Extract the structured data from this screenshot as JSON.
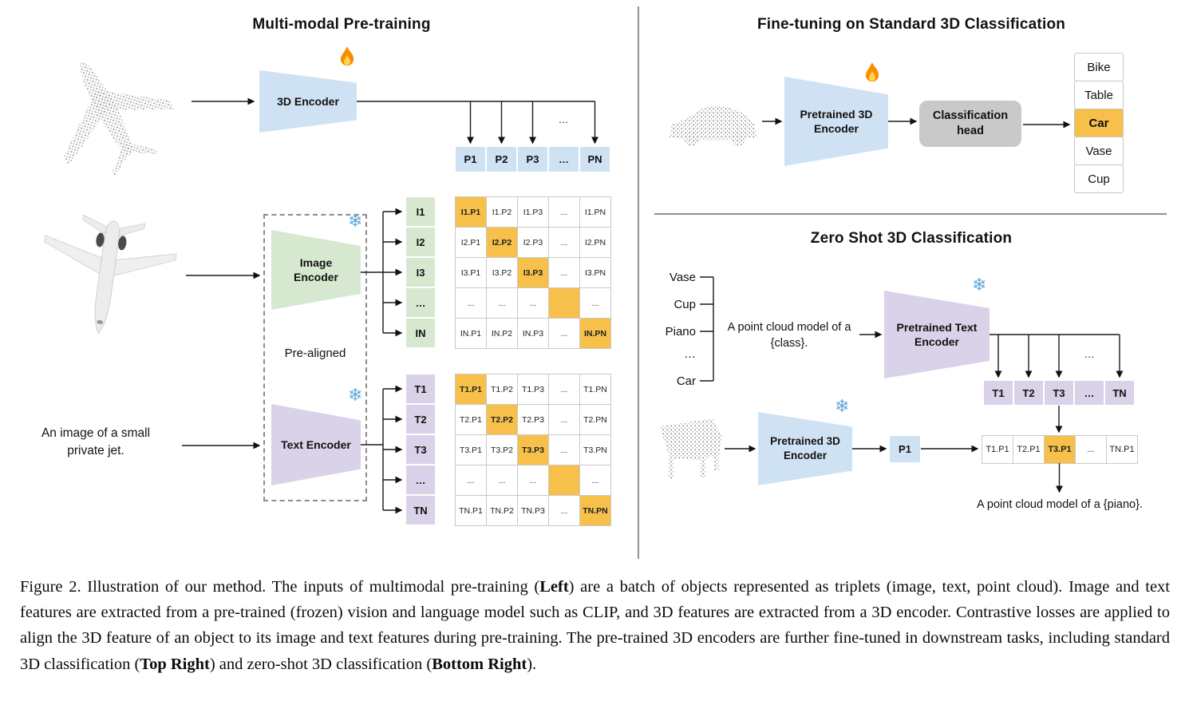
{
  "misc": {
    "ellipsis": "…"
  },
  "icons": {
    "fire": "🔥",
    "snowflake": "❄"
  },
  "colors": {
    "encoder_blue": "#CFE2F3",
    "encoder_green": "#D7E8D1",
    "encoder_purple": "#D9D2E9",
    "highlight_orange": "#F7C04A",
    "classification_head_gray": "#C9C9C9"
  },
  "left_panel": {
    "title": "Multi-modal Pre-training",
    "encoder_3d_label": "3D Encoder",
    "image_encoder_label": "Image Encoder",
    "text_encoder_label": "Text Encoder",
    "pre_aligned": "Pre-aligned",
    "input_text": "An image of a small private jet.",
    "p_row": [
      "P1",
      "P2",
      "P3",
      "…",
      "PN"
    ],
    "i_col": [
      "I1",
      "I2",
      "I3",
      "…",
      "IN"
    ],
    "t_col": [
      "T1",
      "T2",
      "T3",
      "…",
      "TN"
    ],
    "image_matrix": {
      "rows": [
        [
          "I1.P1",
          "I1.P2",
          "I1.P3",
          "...",
          "I1.PN"
        ],
        [
          "I2.P1",
          "I2.P2",
          "I2.P3",
          "...",
          "I2.PN"
        ],
        [
          "I3.P1",
          "I3.P2",
          "I3.P3",
          "...",
          "I3.PN"
        ],
        [
          "...",
          "...",
          "...",
          "",
          "..."
        ],
        [
          "IN.P1",
          "IN.P2",
          "IN.P3",
          "...",
          "IN.PN"
        ]
      ]
    },
    "text_matrix": {
      "rows": [
        [
          "T1.P1",
          "T1.P2",
          "T1.P3",
          "...",
          "T1.PN"
        ],
        [
          "T2.P1",
          "T2.P2",
          "T2.P3",
          "...",
          "T2.PN"
        ],
        [
          "T3.P1",
          "T3.P2",
          "T3.P3",
          "...",
          "T3.PN"
        ],
        [
          "...",
          "...",
          "...",
          "",
          "..."
        ],
        [
          "TN.P1",
          "TN.P2",
          "TN.P3",
          "...",
          "TN.PN"
        ]
      ]
    }
  },
  "top_right": {
    "title": "Fine-tuning on Standard 3D Classification",
    "encoder_label": "Pretrained 3D Encoder",
    "head_label": "Classification head",
    "classes": [
      "Bike",
      "Table",
      "Car",
      "Vase",
      "Cup"
    ],
    "highlighted_class": "Car"
  },
  "bottom_right": {
    "title": "Zero Shot 3D Classification",
    "class_list": [
      "Vase",
      "Cup",
      "Piano",
      "…",
      "Car"
    ],
    "prompt": "A point cloud model of a {class}.",
    "text_encoder_label": "Pretrained Text Encoder",
    "encoder_3d_label": "Pretrained 3D Encoder",
    "t_row": [
      "T1",
      "T2",
      "T3",
      "…",
      "TN"
    ],
    "p_cell": "P1",
    "result_row": [
      "T1.P1",
      "T2.P1",
      "T3.P1",
      "...",
      "TN.P1"
    ],
    "highlighted_result": "T3.P1",
    "result_text": "A point cloud model of a {piano}."
  },
  "caption": {
    "part1": "Figure 2. Illustration of our method. The inputs of multimodal pre-training (",
    "bold1": "Left",
    "part2": ") are a batch of objects represented as triplets (image, text, point cloud). Image and text features are extracted from a pre-trained (frozen) vision and language model such as CLIP, and 3D features are extracted from a 3D encoder. Contrastive losses are applied to align the 3D feature of an object to its image and text features during pre-training. The pre-trained 3D encoders are further fine-tuned in downstream tasks, including standard 3D classification (",
    "bold2": "Top Right",
    "part3": ") and zero-shot 3D classification (",
    "bold3": "Bottom Right",
    "part4": ")."
  }
}
